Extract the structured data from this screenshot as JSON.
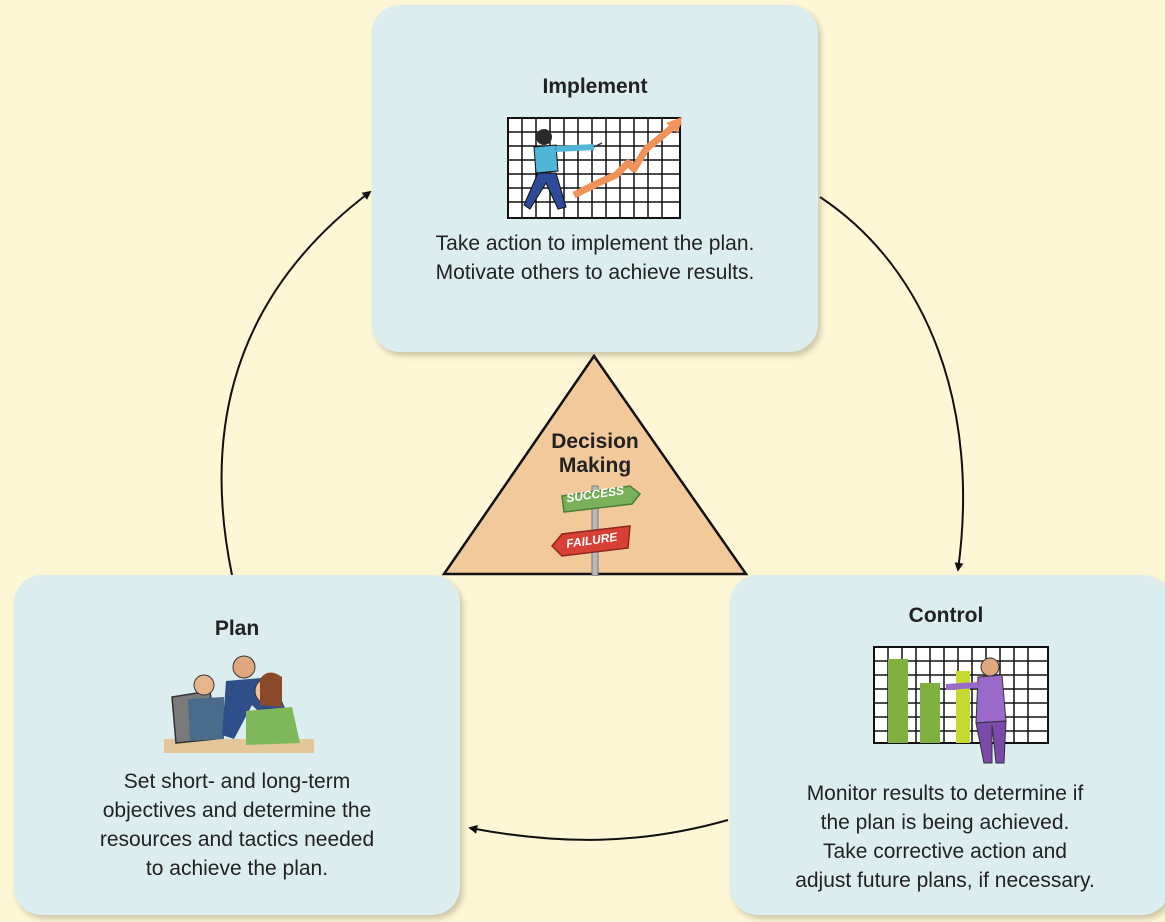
{
  "implement": {
    "title": "Implement",
    "description": "Take action to implement the plan.\nMotivate others to achieve results.",
    "icon": "presenter-rising-chart-icon"
  },
  "control": {
    "title": "Control",
    "description": "Monitor results to determine if\nthe plan is being achieved.\nTake corrective action and\nadjust future plans, if necessary.",
    "icon": "presenter-bar-chart-icon"
  },
  "plan": {
    "title": "Plan",
    "description": "Set short- and long-term\nobjectives and determine the\nresources and tactics needed\nto achieve the plan.",
    "icon": "team-at-computer-icon"
  },
  "decision": {
    "title": "Decision\nMaking",
    "signs": [
      "SUCCESS",
      "FAILURE"
    ],
    "icon": "signpost-icon"
  },
  "colors": {
    "background": "#fdf7d6",
    "box": "#dcedef",
    "triangle": "#f2c99a",
    "arrow": "#111111"
  }
}
